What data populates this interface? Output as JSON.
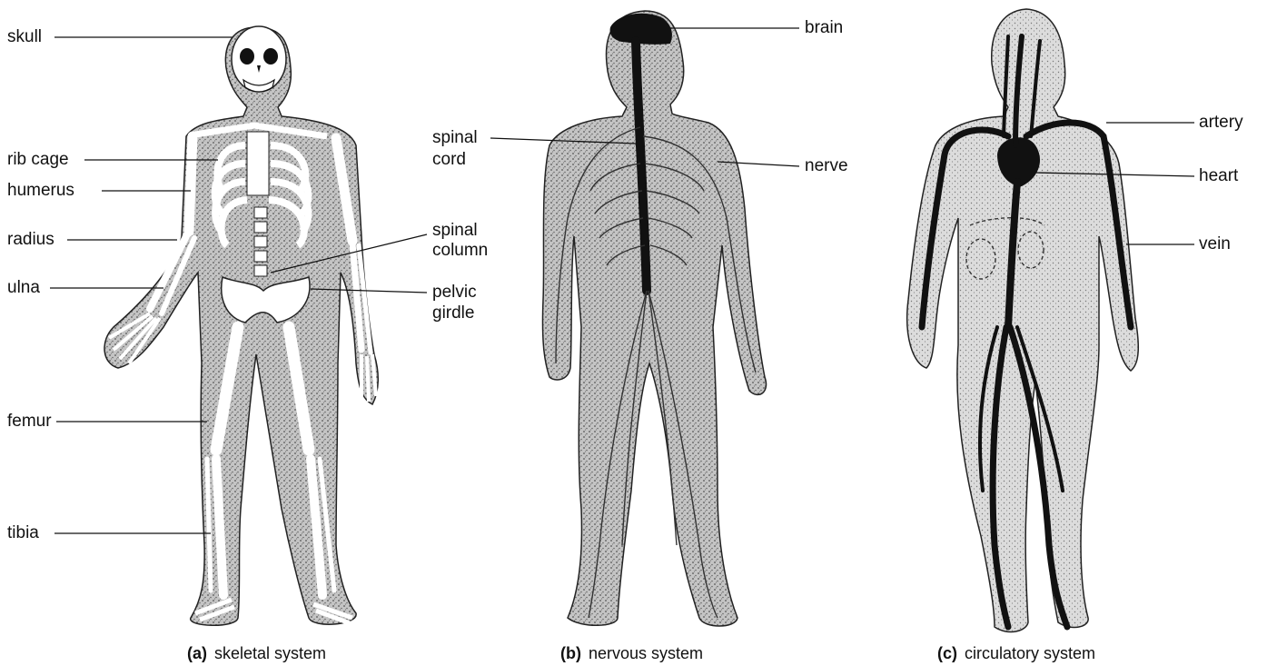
{
  "panels": [
    {
      "id": "a",
      "caption_letter": "(a)",
      "caption_text": "skeletal system",
      "labels": [
        "skull",
        "rib cage",
        "humerus",
        "radius",
        "ulna",
        "femur",
        "tibia",
        "spinal column",
        "pelvic girdle"
      ]
    },
    {
      "id": "b",
      "caption_letter": "(b)",
      "caption_text": "nervous system",
      "labels": [
        "spinal cord",
        "brain",
        "nerve"
      ]
    },
    {
      "id": "c",
      "caption_letter": "(c)",
      "caption_text": "circulatory system",
      "labels": [
        "artery",
        "heart",
        "vein"
      ]
    }
  ],
  "labels": {
    "skull": "skull",
    "rib_cage": "rib cage",
    "humerus": "humerus",
    "radius": "radius",
    "ulna": "ulna",
    "femur": "femur",
    "tibia": "tibia",
    "spinal_column_1": "spinal",
    "spinal_column_2": "column",
    "pelvic_girdle_1": "pelvic",
    "pelvic_girdle_2": "girdle",
    "spinal_cord_1": "spinal",
    "spinal_cord_2": "cord",
    "brain": "brain",
    "nerve": "nerve",
    "artery": "artery",
    "heart": "heart",
    "vein": "vein"
  },
  "captions": {
    "a_letter": "(a)",
    "a_text": "skeletal system",
    "b_letter": "(b)",
    "b_text": "nervous system",
    "c_letter": "(c)",
    "c_text": "circulatory system"
  },
  "colors": {
    "body_fill": "#bdbdbd",
    "nervous_fill": "#8a8a8a",
    "bone": "#ffffff",
    "vessel": "#1a1a1a",
    "ink": "#111111"
  }
}
